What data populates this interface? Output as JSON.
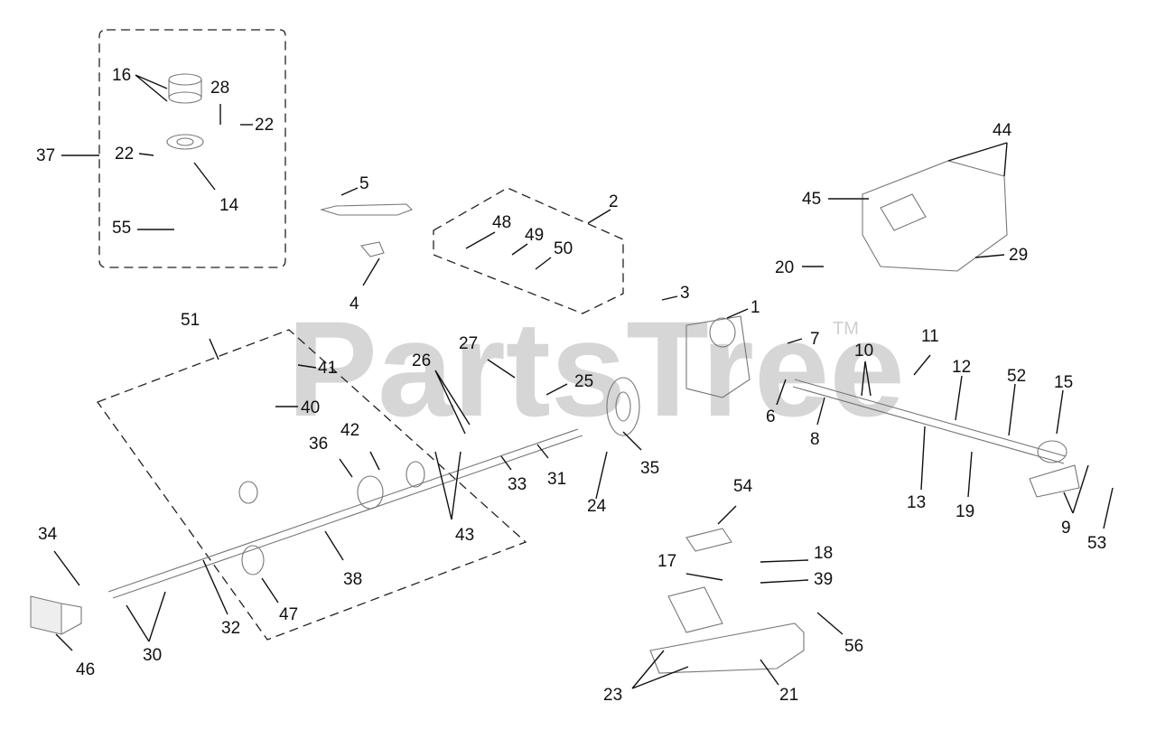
{
  "watermark": "PartsTree",
  "trademark": "TM",
  "labels": {
    "l1": "1",
    "l2": "2",
    "l3": "3",
    "l4": "4",
    "l5": "5",
    "l6": "6",
    "l7": "7",
    "l8": "8",
    "l9": "9",
    "l10": "10",
    "l11": "11",
    "l12": "12",
    "l13": "13",
    "l14": "14",
    "l15": "15",
    "l16": "16",
    "l17": "17",
    "l18": "18",
    "l19": "19",
    "l20": "20",
    "l21": "21",
    "l22a": "22",
    "l22b": "22",
    "l23": "23",
    "l24": "24",
    "l25": "25",
    "l26": "26",
    "l27": "27",
    "l28": "28",
    "l29": "29",
    "l30": "30",
    "l31": "31",
    "l32": "32",
    "l33": "33",
    "l34": "34",
    "l35": "35",
    "l36": "36",
    "l37": "37",
    "l38": "38",
    "l39": "39",
    "l40": "40",
    "l41": "41",
    "l42": "42",
    "l43": "43",
    "l44": "44",
    "l45": "45",
    "l46": "46",
    "l47": "47",
    "l48": "48",
    "l49": "49",
    "l50": "50",
    "l51": "51",
    "l52": "52",
    "l53": "53",
    "l54": "54",
    "l55": "55",
    "l56": "56"
  }
}
